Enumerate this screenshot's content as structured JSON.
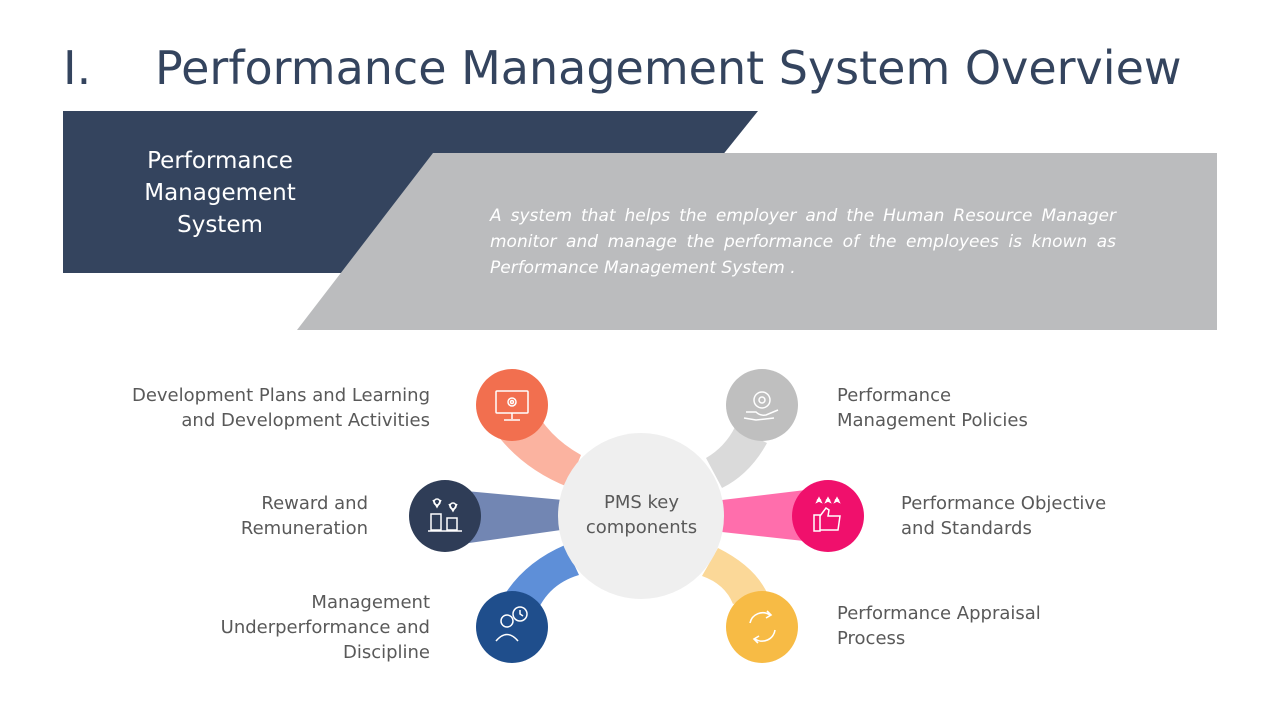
{
  "slide": {
    "number": "I.",
    "title": "Performance Management System Overview"
  },
  "banner": {
    "title": "Performance Management System",
    "description": "A system that helps the employer and the Human Resource Manager monitor and manage the performance of the employees is known as Performance Management System ."
  },
  "hub": {
    "label": "PMS key components"
  },
  "components": [
    {
      "label": "Development Plans and Learning and Development Activities",
      "icon": "monitor-gear-icon",
      "color": "#f26f4f"
    },
    {
      "label": "Reward and Remuneration",
      "icon": "team-celebration-icon",
      "color": "#2f3d57"
    },
    {
      "label": "Management Underperformance and Discipline",
      "icon": "person-clock-icon",
      "color": "#1f4e8c"
    },
    {
      "label": "Performance Management Policies",
      "icon": "hand-gear-icon",
      "color": "#bfbfbf"
    },
    {
      "label": "Performance Objective and Standards",
      "icon": "thumbs-up-stars-icon",
      "color": "#f0106c"
    },
    {
      "label": "Performance Appraisal Process",
      "icon": "cycle-arrows-icon",
      "color": "#f7bb45"
    }
  ],
  "colors": {
    "navy": "#34445e",
    "gray": "#bbbcbe",
    "hub": "#efefef"
  }
}
